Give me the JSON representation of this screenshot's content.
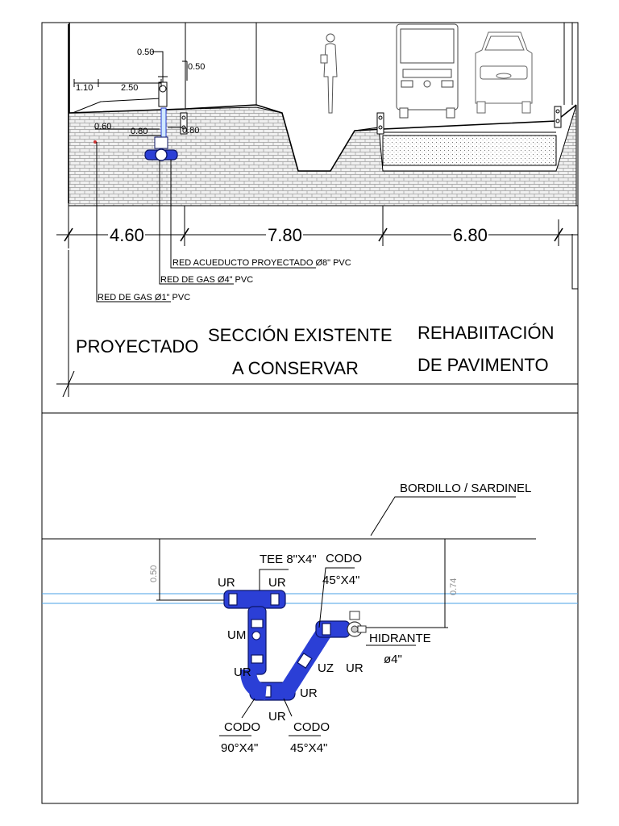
{
  "section": {
    "dims_top": {
      "d_110": "1.10",
      "d_250": "2.50",
      "d_050a": "0.50",
      "d_050b": "0.50",
      "d_060": "0.60",
      "d_080": "0.80",
      "d_080b": "0.80"
    },
    "dims_main": {
      "d_460": "4.60",
      "d_780": "7.80",
      "d_680": "6.80"
    },
    "pipe_labels": {
      "acueducto": "RED ACUEDUCTO PROYECTADO Ø8\" PVC",
      "gas4": "RED DE GAS Ø4\" PVC",
      "gas1": "RED DE GAS Ø1\" PVC"
    },
    "zones": {
      "proyectado": "PROYECTADO",
      "existente_1": "SECCIÓN EXISTENTE",
      "existente_2": "A CONSERVAR",
      "rehab_1": "REHABIITACIÓN",
      "rehab_2": "DE PAVIMENTO"
    }
  },
  "detail": {
    "bordillo": "BORDILLO / SARDINEL",
    "dim_050": "0.50",
    "dim_074": "0.74",
    "tee": "TEE 8\"X4\"",
    "codo45_top_1": "CODO",
    "codo45_top_2": "45°X4\"",
    "ur_left": "UR",
    "ur_right": "UR",
    "um": "UM",
    "ur_mid": "UR",
    "uz": "UZ",
    "ur_hyd": "UR",
    "ur_low": "UR",
    "ur_bottom": "UR",
    "hidrante_1": "HIDRANTE",
    "hidrante_2": "ø4\"",
    "codo90_1": "CODO",
    "codo90_2": "90°X4\"",
    "codo45_bot_1": "CODO",
    "codo45_bot_2": "45°X4\""
  },
  "colors": {
    "pipe": "#2b3fd6",
    "water_line": "#4aa0e6",
    "hatch": "#9a9a9a"
  }
}
